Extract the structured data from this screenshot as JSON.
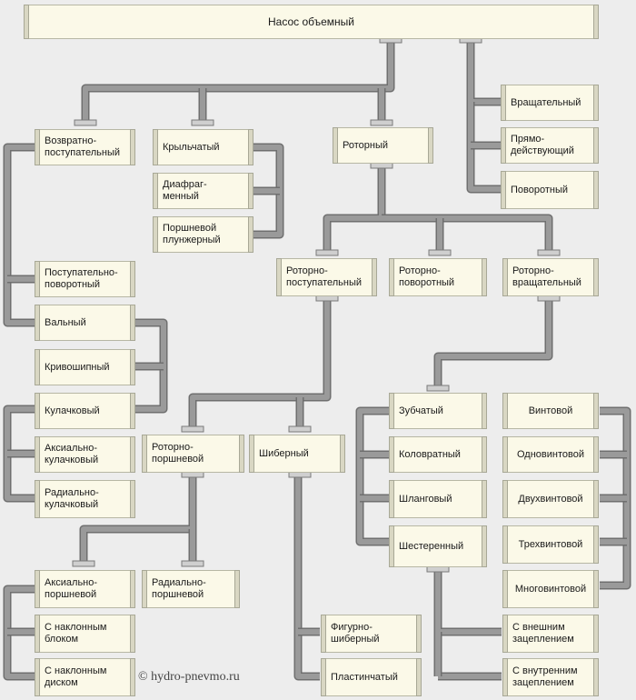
{
  "title": "Насос объемный",
  "nodes": {
    "vozvratno": "Возвратно-\nпоступательный",
    "krylchaty": "Крыльчатый",
    "diafragm": "Диафраг-\nменный",
    "porshn_plunzh": "Поршневой\nплунжерный",
    "rotorny": "Роторный",
    "vrashch": "Вращательный",
    "pryamo": "Прямо-\nдействующий",
    "povorotny": "Поворотный",
    "post_povorot": "Поступательно-\nповоротный",
    "valny": "Вальный",
    "krivoship": "Кривошипный",
    "kulachk": "Кулачковый",
    "aks_kulachk": "Аксиально-\nкулачковый",
    "rad_kulachk": "Радиально-\nкулачковый",
    "rot_post": "Роторно-\nпоступательный",
    "rot_povorot": "Роторно-\nповоротный",
    "rot_vrashch": "Роторно-\nвращательный",
    "rot_porshn": "Роторно-\nпоршневой",
    "shiberny": "Шиберный",
    "zubchaty": "Зубчатый",
    "kolovrat": "Коловратный",
    "shlang": "Шланговый",
    "shester": "Шестеренный",
    "vintovoy": "Винтовой",
    "odnovint": "Одновинтовой",
    "dvuhvint": "Двухвинтовой",
    "trehvint": "Трехвинтовой",
    "mnogovint": "Многовинтовой",
    "vneshn": "С внешним\nзацеплением",
    "vnutr": "С внутренним\nзацеплением",
    "aks_porshn": "Аксиально-\nпоршневой",
    "rad_porshn": "Радиально-\nпоршневой",
    "naklon_blok": "С наклонным\nблоком",
    "naklon_disk": "С наклонным\nдиском",
    "figurno": "Фигурно-\nшиберный",
    "plastinch": "Пластинчатый"
  },
  "copyright": "© hydro-pnevmo.ru",
  "colors": {
    "pipe": "#9a9a9a",
    "pipe_edge": "#6f6f6f",
    "box": "#fbf9e8",
    "background": "#ededed"
  }
}
